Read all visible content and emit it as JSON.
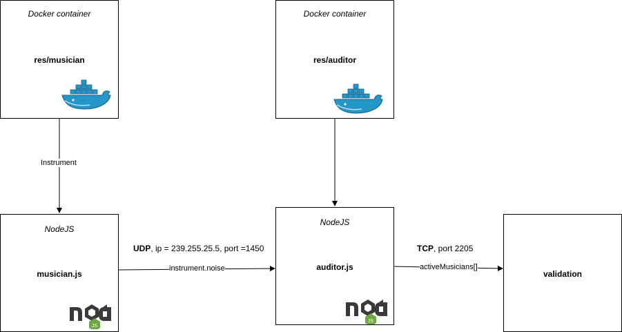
{
  "nodes": {
    "musician_container": {
      "subtitle": "Docker container",
      "title": "res/musician",
      "logo": "docker-whale-icon"
    },
    "auditor_container": {
      "subtitle": "Docker container",
      "title": "res/auditor",
      "logo": "docker-whale-icon"
    },
    "musician_js": {
      "subtitle": "NodeJS",
      "title": "musician.js",
      "logo": "nodejs-logo"
    },
    "auditor_js": {
      "subtitle": "NodeJS",
      "title": "auditor.js",
      "logo": "nodejs-logo"
    },
    "validation": {
      "title": "validation"
    }
  },
  "edges": {
    "instrument": {
      "label": "Instrument"
    },
    "udp": {
      "protocol": "UDP",
      "details": ", ip = 239.255.25.5, port =1450",
      "label": "instrument.noise"
    },
    "auditor_down": {
      "label": ""
    },
    "tcp": {
      "protocol": "TCP",
      "details": ", port 2205",
      "label": "activeMusicians[]"
    }
  },
  "colors": {
    "docker_blue": "#2496c8",
    "docker_dark": "#1d5f86",
    "node_dark": "#3a3a3a",
    "node_green": "#6fa843"
  }
}
